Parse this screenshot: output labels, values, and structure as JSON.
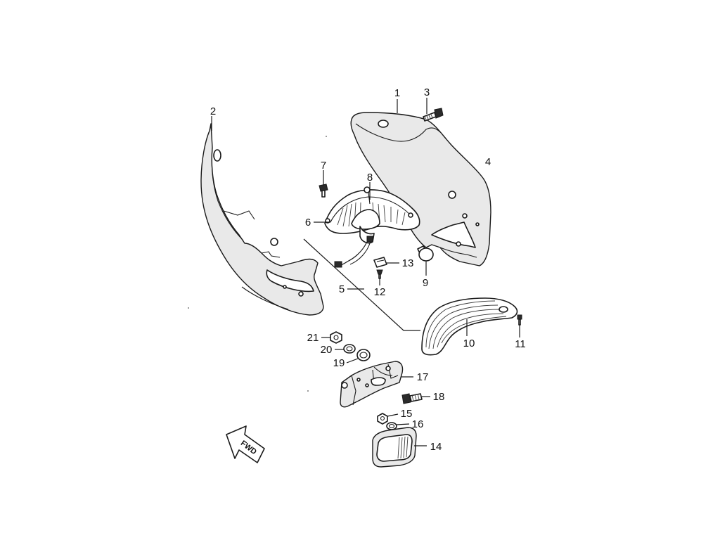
{
  "callouts": {
    "c1": "1",
    "c2": "2",
    "c3": "3",
    "c4": "4",
    "c5": "5",
    "c6": "6",
    "c7": "7",
    "c8": "8",
    "c9": "9",
    "c10": "10",
    "c11": "11",
    "c12": "12",
    "c13": "13",
    "c14": "14",
    "c15": "15",
    "c16": "16",
    "c17": "17",
    "c18": "18",
    "c19": "19",
    "c20": "20",
    "c21": "21"
  },
  "direction_label": "FWD",
  "icons": {
    "direction": "fwd-arrow-icon"
  },
  "colors": {
    "line": "#1a1a1a",
    "background": "#ffffff"
  }
}
